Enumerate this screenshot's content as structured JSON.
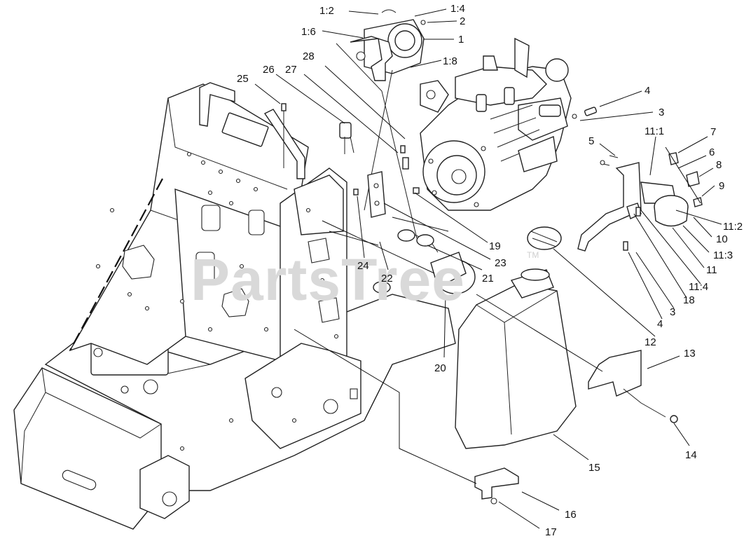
{
  "diagram": {
    "watermark": "PartsTree",
    "watermark_tm": "TM",
    "callouts": [
      {
        "id": "c-1-2",
        "label": "1:2"
      },
      {
        "id": "c-1-4",
        "label": "1:4"
      },
      {
        "id": "c-2-top",
        "label": "2"
      },
      {
        "id": "c-1-6",
        "label": "1:6"
      },
      {
        "id": "c-1",
        "label": "1"
      },
      {
        "id": "c-28",
        "label": "28"
      },
      {
        "id": "c-1-8",
        "label": "1:8"
      },
      {
        "id": "c-26",
        "label": "26"
      },
      {
        "id": "c-27",
        "label": "27"
      },
      {
        "id": "c-25",
        "label": "25"
      },
      {
        "id": "c-4-top",
        "label": "4"
      },
      {
        "id": "c-3-top",
        "label": "3"
      },
      {
        "id": "c-11-1",
        "label": "11:1"
      },
      {
        "id": "c-7",
        "label": "7"
      },
      {
        "id": "c-5",
        "label": "5"
      },
      {
        "id": "c-6",
        "label": "6"
      },
      {
        "id": "c-8",
        "label": "8"
      },
      {
        "id": "c-9",
        "label": "9"
      },
      {
        "id": "c-11-2",
        "label": "11:2"
      },
      {
        "id": "c-10",
        "label": "10"
      },
      {
        "id": "c-11-3",
        "label": "11:3"
      },
      {
        "id": "c-11",
        "label": "11"
      },
      {
        "id": "c-19",
        "label": "19"
      },
      {
        "id": "c-23",
        "label": "23"
      },
      {
        "id": "c-24",
        "label": "24"
      },
      {
        "id": "c-22",
        "label": "22"
      },
      {
        "id": "c-21",
        "label": "21"
      },
      {
        "id": "c-11-4",
        "label": "11:4"
      },
      {
        "id": "c-18",
        "label": "18"
      },
      {
        "id": "c-3-bottom",
        "label": "3"
      },
      {
        "id": "c-4-bottom",
        "label": "4"
      },
      {
        "id": "c-12",
        "label": "12"
      },
      {
        "id": "c-20",
        "label": "20"
      },
      {
        "id": "c-13",
        "label": "13"
      },
      {
        "id": "c-14",
        "label": "14"
      },
      {
        "id": "c-15",
        "label": "15"
      },
      {
        "id": "c-16",
        "label": "16"
      },
      {
        "id": "c-17",
        "label": "17"
      }
    ]
  }
}
